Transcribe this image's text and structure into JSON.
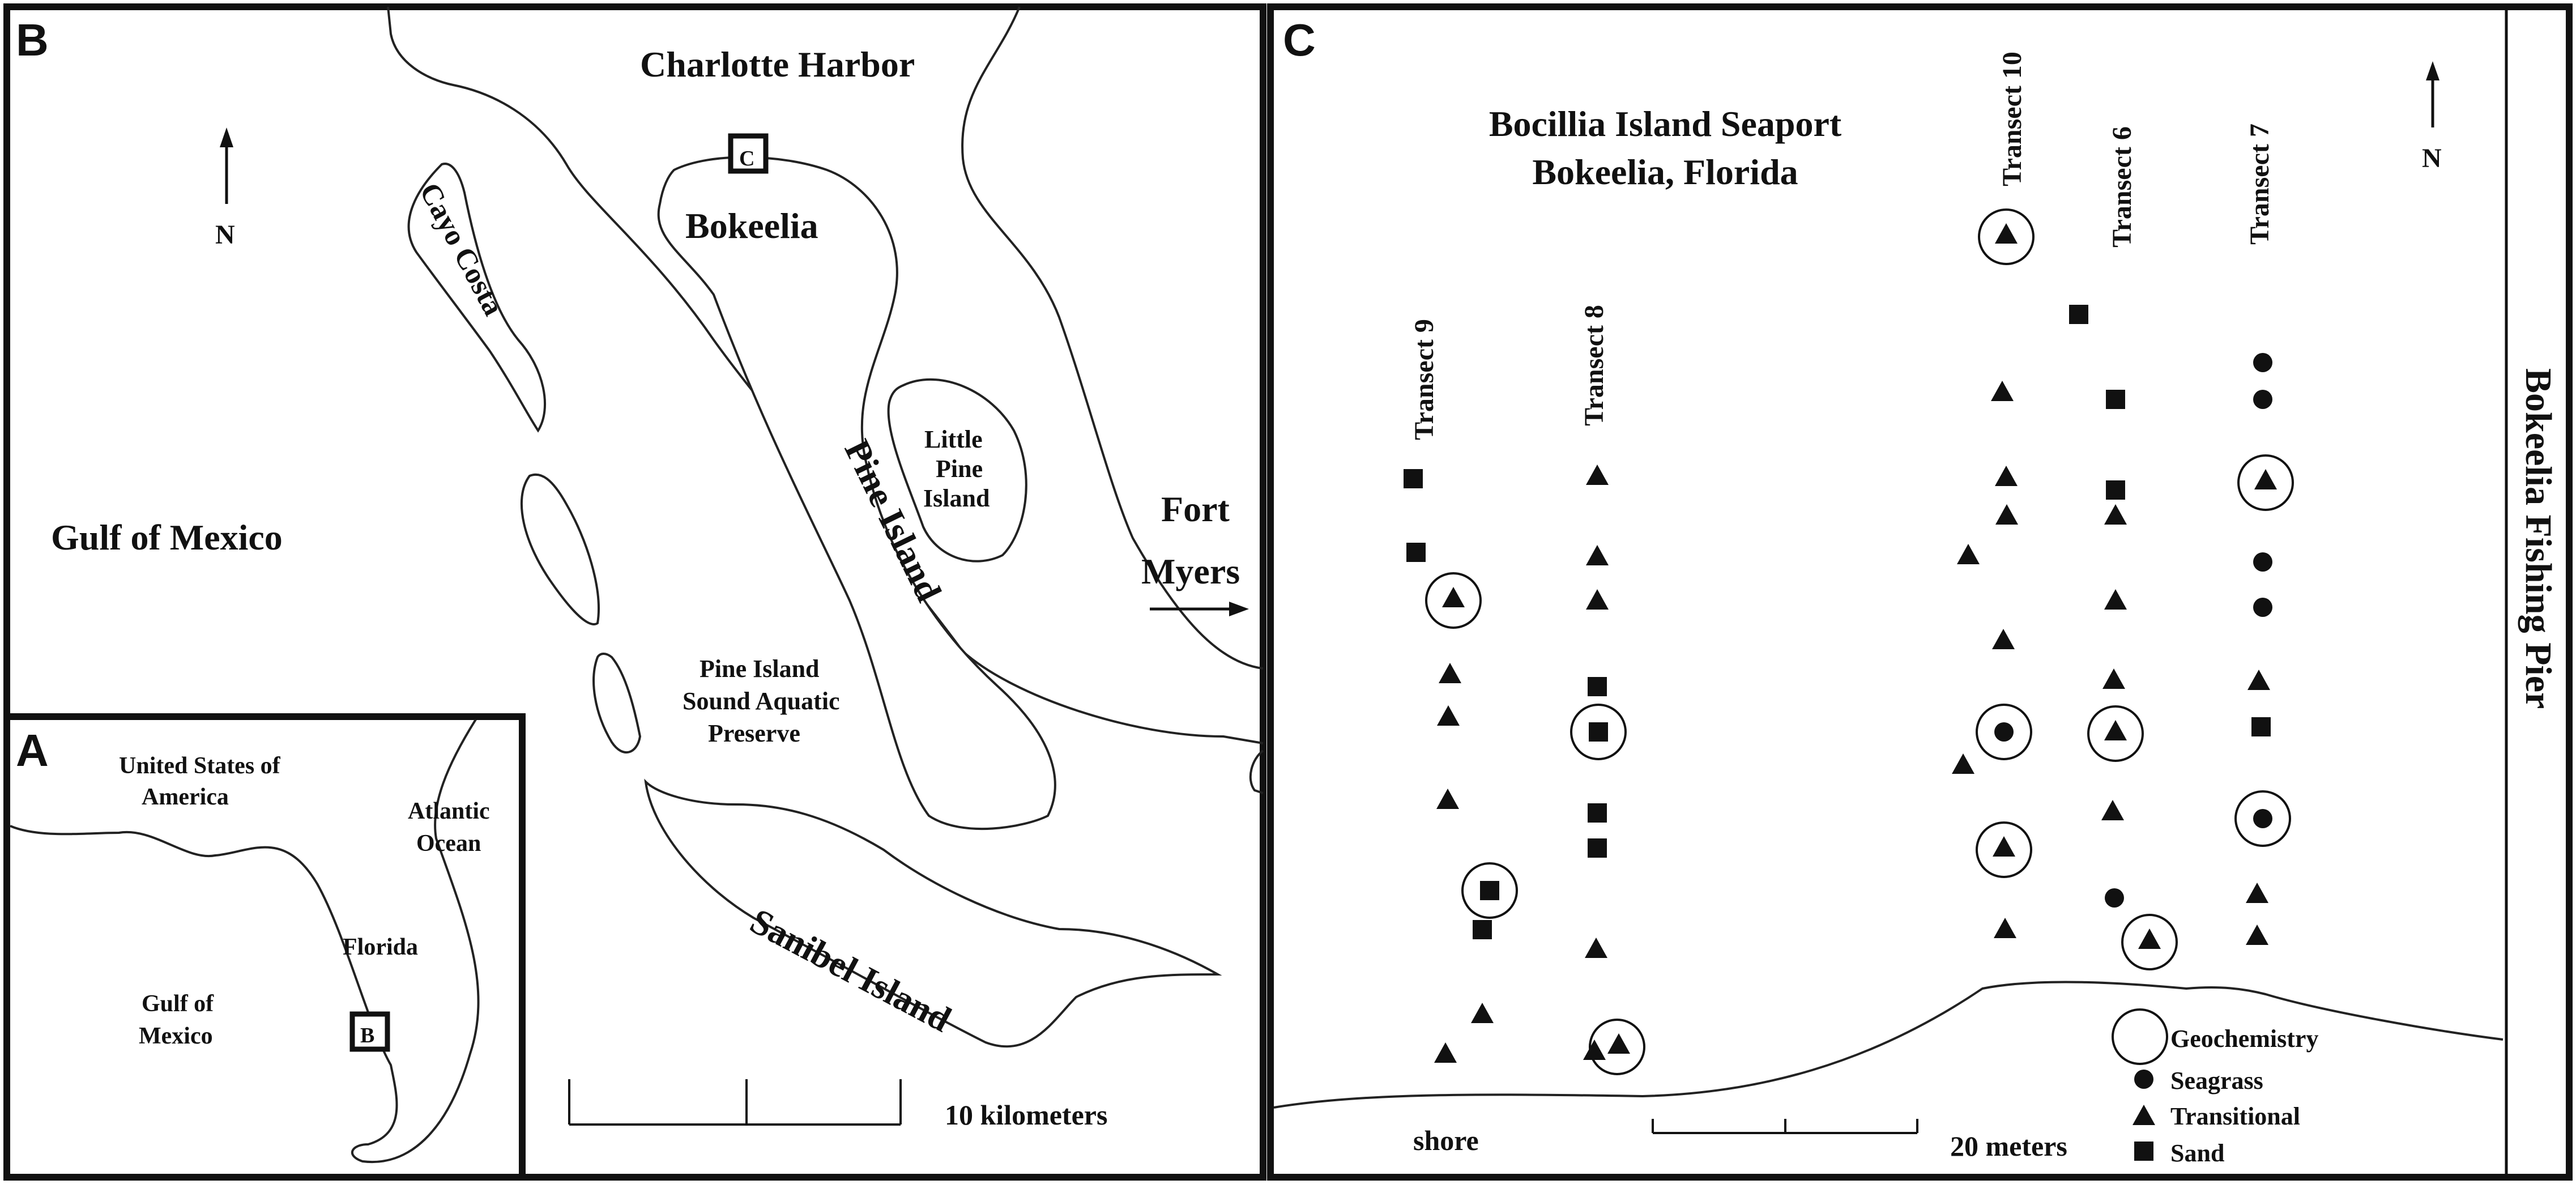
{
  "panels": {
    "a": {
      "letter": "A",
      "labels": {
        "usa_1": "United States of",
        "usa_2": "America",
        "atlantic_1": "Atlantic",
        "atlantic_2": "Ocean",
        "florida": "Florida",
        "gulf_1": "Gulf of",
        "gulf_2": "Mexico",
        "box": "B"
      }
    },
    "b": {
      "letter": "B",
      "north": "N",
      "box": "C",
      "labels": {
        "charlotte_harbor": "Charlotte Harbor",
        "gulf_of_mexico": "Gulf of Mexico",
        "cayo_costa": "Cayo Costa",
        "bokeelia": "Bokeelia",
        "little_pine_1": "Little",
        "little_pine_2": "Pine",
        "little_pine_3": "Island",
        "pine_island": "Pine Island",
        "fort_1": "Fort",
        "fort_2": "Myers",
        "preserve_1": "Pine Island",
        "preserve_2": "Sound Aquatic",
        "preserve_3": "Preserve",
        "sanibel": "Sanibel Island"
      },
      "scale_label": "10 kilometers"
    },
    "c": {
      "letter": "C",
      "title_1": "Bocillia Island Seaport",
      "title_2": "Bokeelia, Florida",
      "north": "N",
      "pier": "Bokeelia Fishing Pier",
      "shore": "shore",
      "scale_label": "20 meters",
      "transects": [
        {
          "id": "t9",
          "label": "Transect 9"
        },
        {
          "id": "t8",
          "label": "Transect 8"
        },
        {
          "id": "t10",
          "label": "Transect 10"
        },
        {
          "id": "t6",
          "label": "Transect 6"
        },
        {
          "id": "t7",
          "label": "Transect 7"
        }
      ],
      "legend": {
        "geochemistry": "Geochemistry",
        "seagrass": "Seagrass",
        "transitional": "Transitional",
        "sand": "Sand"
      }
    }
  }
}
